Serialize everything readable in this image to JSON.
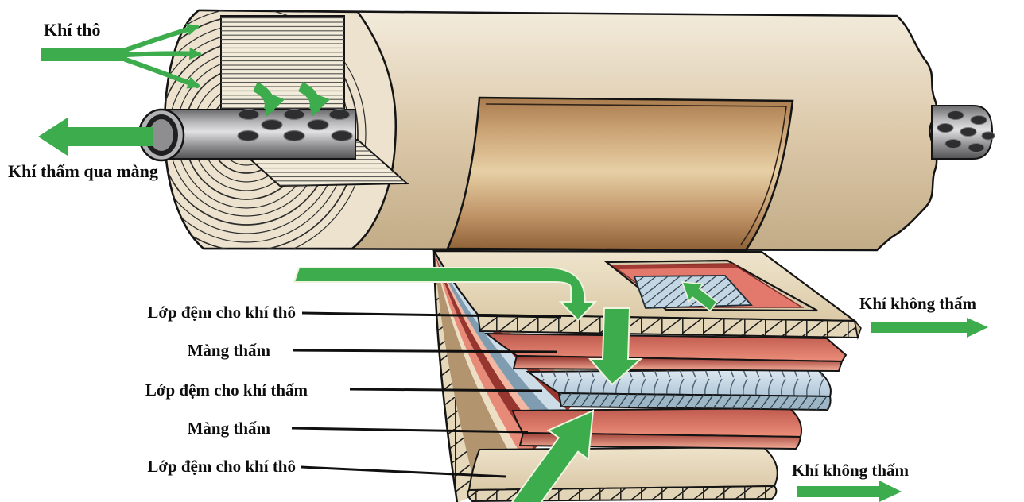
{
  "labels": {
    "feed": "Khí thô",
    "permeate": "Khí thấm qua màng",
    "retentate_top": "Khí không thấm",
    "retentate_bottom": "Khí không thấm",
    "layers": [
      "Lớp đệm cho khí thô",
      "Màng thấm",
      "Lớp đệm cho khí thấm",
      "Màng thấm",
      "Lớp đệm cho khí thô"
    ]
  },
  "colors": {
    "flow_green": "#3cac4d",
    "module_body_tan": "#ddcaab",
    "inner_roll_brown": "#c9a172",
    "spacer_cream": "#e9dcc2",
    "membrane_red": "#e98874",
    "permeate_spacer_blue": "#c2d6e4",
    "tube_gray": "#b6b6b8",
    "outline": "#141414"
  }
}
